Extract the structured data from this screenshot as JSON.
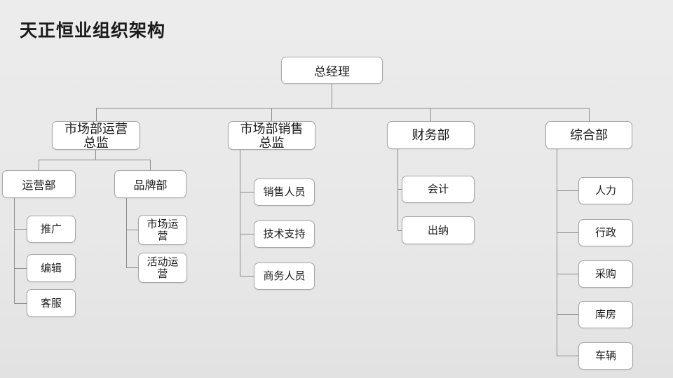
{
  "slide": {
    "title": "天正恒业组织架构"
  },
  "org": {
    "root": {
      "label": "总经理"
    },
    "branches": [
      {
        "label": "市场部运营\n总监",
        "children": [
          {
            "label": "运营部",
            "children": [
              {
                "label": "推广"
              },
              {
                "label": "编辑"
              },
              {
                "label": "客服"
              }
            ]
          },
          {
            "label": "品牌部",
            "children": [
              {
                "label": "市场运\n营"
              },
              {
                "label": "活动运\n营"
              }
            ]
          }
        ]
      },
      {
        "label": "市场部销售\n总监",
        "children": [
          {
            "label": "销售人员"
          },
          {
            "label": "技术支持"
          },
          {
            "label": "商务人员"
          }
        ]
      },
      {
        "label": "财务部",
        "children": [
          {
            "label": "会计"
          },
          {
            "label": "出纳"
          }
        ]
      },
      {
        "label": "综合部",
        "children": [
          {
            "label": "人力"
          },
          {
            "label": "行政"
          },
          {
            "label": "采购"
          },
          {
            "label": "库房"
          },
          {
            "label": "车辆"
          }
        ]
      }
    ]
  },
  "colors": {
    "background_top": "#ececec",
    "background_bottom": "#e2e2e2",
    "box_fill": "#ffffff",
    "box_border": "#a6a6a6",
    "connector": "#8c8c8c",
    "text": "#1a1a1a"
  }
}
